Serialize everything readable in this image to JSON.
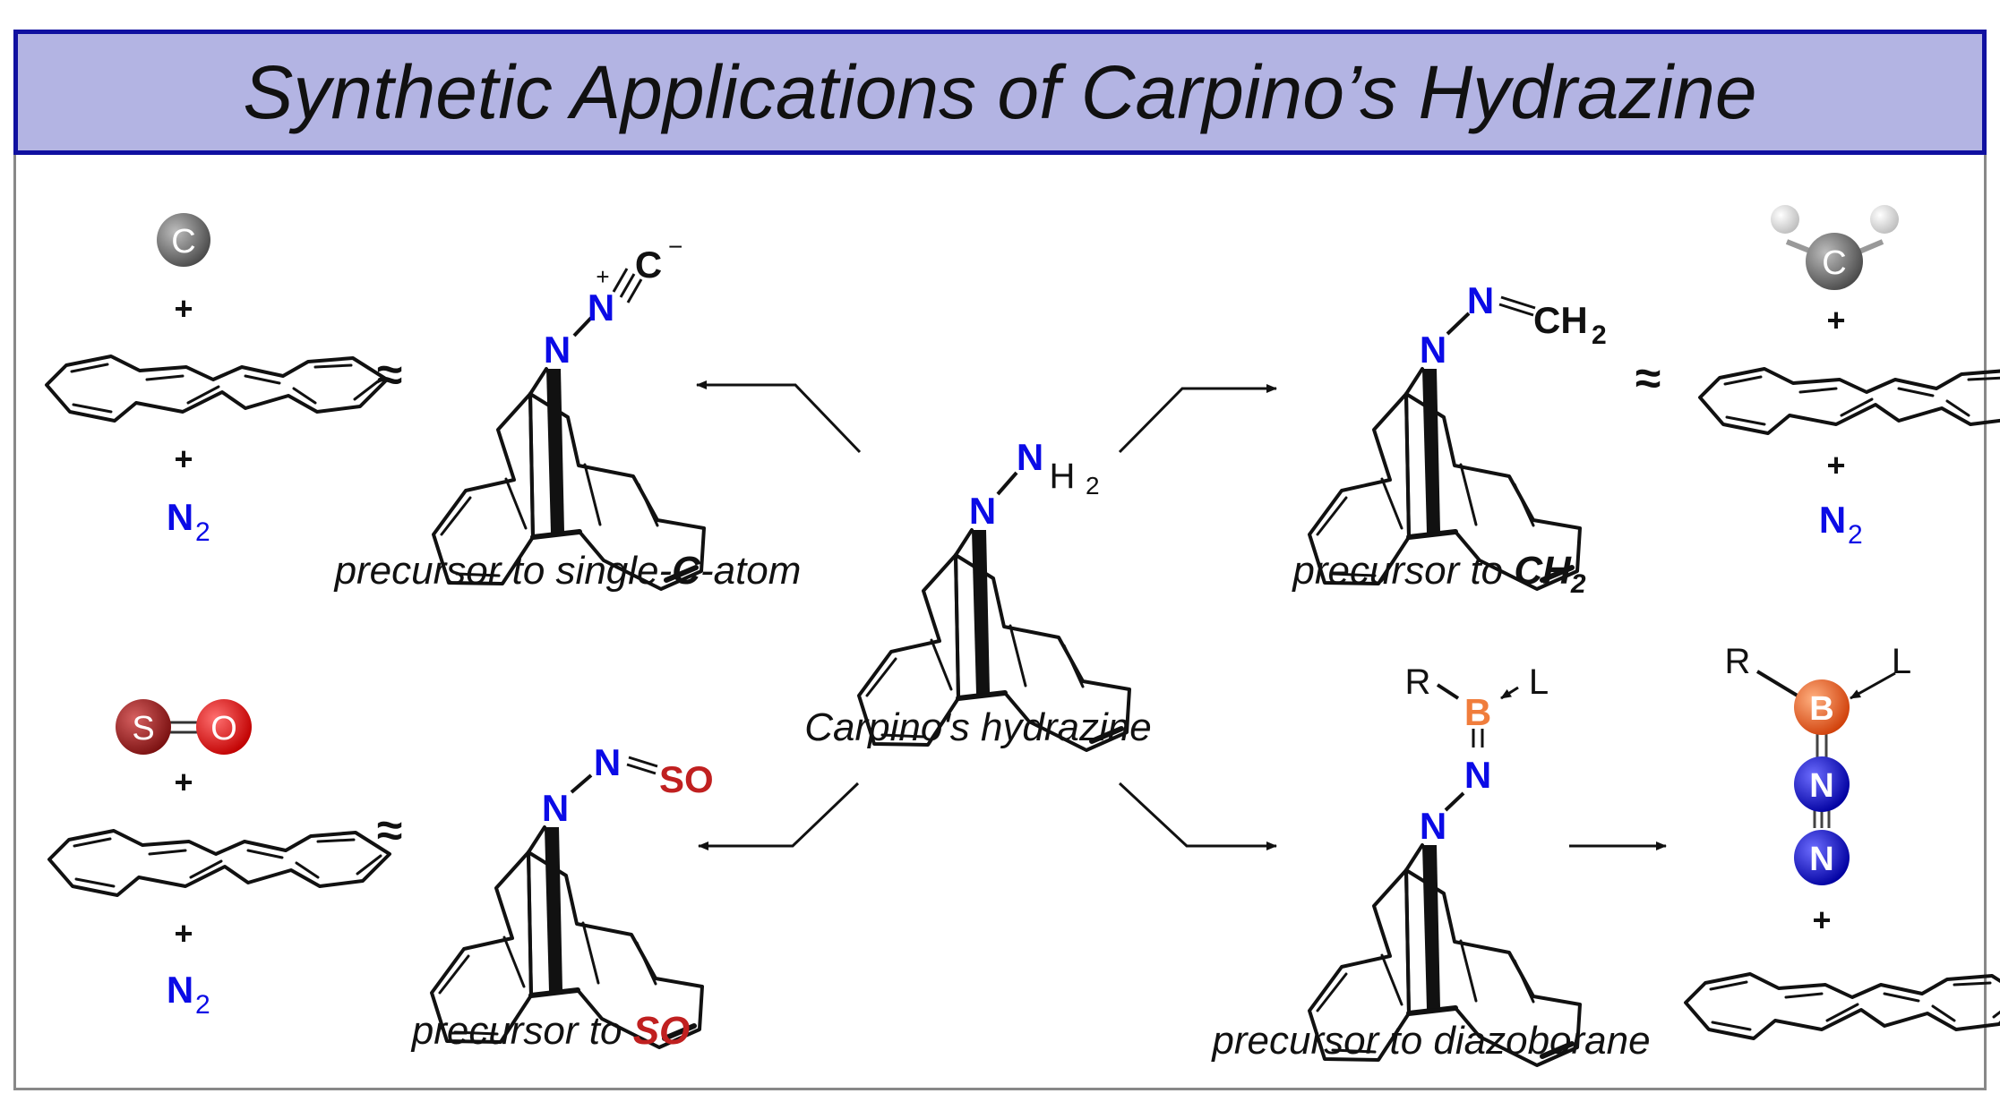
{
  "title": "Synthetic Applications of Carpino’s Hydrazine",
  "colors": {
    "banner_fill": "#b3b4e3",
    "banner_border": "#1010a0",
    "frame": "#888888",
    "nitrogen": "#0b0be6",
    "sulfur_oxide": "#c02020",
    "boron": "#f07d3c",
    "carbon_atom": "#6b6b6b"
  },
  "center": {
    "caption": "Carpino's hydrazine",
    "amine_N": "N",
    "amine_H": "H",
    "amine_sub": "2",
    "bridge_N": "N"
  },
  "panels": {
    "single_c": {
      "caption_pre": "precursor to single-",
      "caption_bold": "C",
      "caption_post": "-atom",
      "bridge_N": "N",
      "iso_N": "N",
      "iso_plus": "+",
      "iso_C": "C",
      "iso_minus": "−",
      "approx": "≈",
      "atom": "C",
      "plus1": "+",
      "plus2": "+",
      "n2_N": "N",
      "n2_sub": "2"
    },
    "ch2": {
      "caption_pre": "precursor to ",
      "caption_bold": "CH",
      "caption_sub": "2",
      "bridge_N": "N",
      "imine_N": "N",
      "ch": "CH",
      "ch_sub": "2",
      "approx": "≈",
      "atom": "C",
      "plus1": "+",
      "plus2": "+",
      "n2_N": "N",
      "n2_sub": "2"
    },
    "so": {
      "caption_pre": "precursor to ",
      "caption_bold": "SO",
      "bridge_N": "N",
      "n_atom": "N",
      "so_label": "SO",
      "approx": "≈",
      "atom_s": "S",
      "atom_o": "O",
      "plus1": "+",
      "plus2": "+",
      "n2_N": "N",
      "n2_sub": "2"
    },
    "diazoborane": {
      "caption": "precursor to diazoborane",
      "bridge_N": "N",
      "n_atom": "N",
      "b_atom": "B",
      "r": "R",
      "l": "L",
      "ball_r": "R",
      "ball_l": "L",
      "ball_b": "B",
      "ball_n1": "N",
      "ball_n2": "N",
      "plus": "+"
    }
  }
}
